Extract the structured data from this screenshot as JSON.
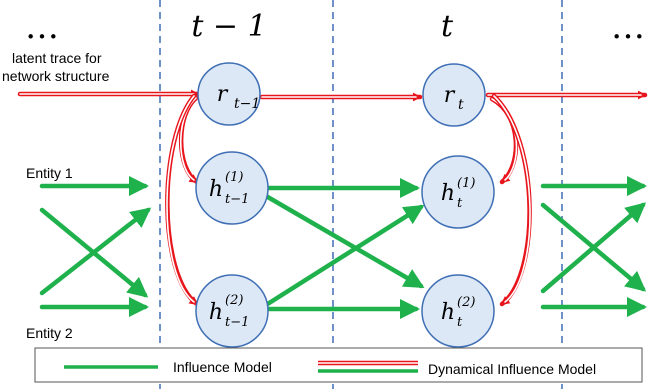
{
  "columns": {
    "left_ellipsis": "…",
    "prev": "t − 1",
    "curr": "t",
    "right_ellipsis": "…"
  },
  "left_labels": {
    "latent_line1": "latent trace for",
    "latent_line2": "network structure",
    "entity1": "Entity 1",
    "entity2": "Entity 2"
  },
  "nodes": {
    "r_prev": {
      "base": "r",
      "sub": "t−1",
      "sup": ""
    },
    "r_curr": {
      "base": "r",
      "sub": "t",
      "sup": ""
    },
    "h1_prev": {
      "base": "h",
      "sub": "t−1",
      "sup": "(1)"
    },
    "h2_prev": {
      "base": "h",
      "sub": "t−1",
      "sup": "(2)"
    },
    "h1_curr": {
      "base": "h",
      "sub": "t",
      "sup": "(1)"
    },
    "h2_curr": {
      "base": "h",
      "sub": "t",
      "sup": "(2)"
    }
  },
  "legend": {
    "influence": "Influence Model",
    "dynamical": "Dynamical Influence Model"
  },
  "colors": {
    "influence_arrow": "#1fb14c",
    "latent_arrow": "#e8151c",
    "node_fill": "#dde8f6",
    "node_stroke": "#3f6fb5",
    "divider": "#3f6fb5"
  }
}
